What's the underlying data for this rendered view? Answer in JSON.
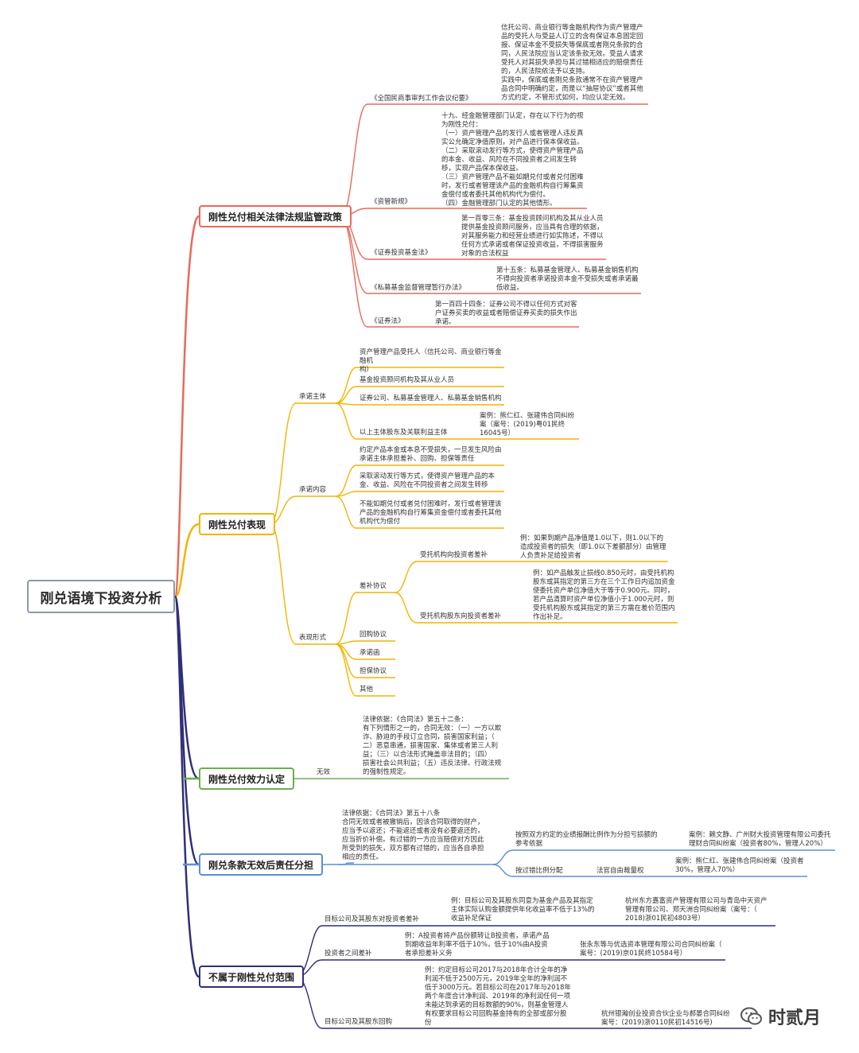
{
  "root": "刚兑语境下投资分析",
  "branches": [
    {
      "label": "刚性兑付相关法律法规监管政策",
      "color": "#e8695b"
    },
    {
      "label": "刚性兑付表现",
      "color": "#f4b400"
    },
    {
      "label": "刚性兑付效力认定",
      "color": "#6ab04c"
    },
    {
      "label": "刚兑条款无效后责任分担",
      "color": "#5b8fd6"
    },
    {
      "label": "不属于刚性兑付范围",
      "color": "#2f2f7a"
    }
  ],
  "b1": {
    "l1": "《全国民商事审判工作会议纪要》",
    "t1": "信托公司、商业银行等金融机构作为资产管理产\n品的受托人与受益人订立的含有保证本息固定回\n报、保证本金不受损失等保底或者刚兑条款的合\n同，人民法院应当认定该条款无效。受益人请求\n受托人对其损失承担与其过错相适应的赔偿责任\n的，人民法院依法予以支持。\n实践中，保底或者刚兑条款通常不在资产管理产\n品合同中明确约定，而是以“抽屉协议”或者其他\n方式约定，不管形式如何，均应认定无效。",
    "l2": "《资管新规》",
    "t2": "十九、经金融管理部门认定，存在以下行为的视\n为刚性兑付：\n（一）资产管理产品的发行人或者管理人违反真\n实公允确定净值原则，对产品进行保本保收益。\n（二）采取滚动发行等方式，使得资产管理产品\n的本金、收益、风险在不同投资者之间发生转\n移，实现产品保本保收益。\n（三）资产管理产品不能如期兑付或者兑付困难\n时，发行或者管理该产品的金融机构自行筹集资\n金偿付或者委托其他机构代为偿付。\n（四）金融管理部门认定的其他情形。",
    "l3": "《证券投资基金法》",
    "t3": "第一百零三条：基金投资顾问机构及其从业人员\n提供基金投资顾问服务，应当具有合理的依据，\n对其服务能力和经营业绩进行如实陈述，不得以\n任何方式承诺或者保证投资收益，不得损害服务\n对象的合法权益",
    "l4": "《私募基金监督管理暂行办法》",
    "t4": "第十五条：私募基金管理人、私募基金销售机构\n不得向投资者承诺投资本金不受损失或者承诺最\n低收益。",
    "l5": "《证券法》",
    "t5": "第一百四十四条：证券公司不得以任何方式对客\n户证券买卖的收益或者赔偿证券买卖的损失作出\n承诺。"
  },
  "b2": {
    "s1": "承诺主体",
    "s1a": "资产管理产品受托人（信托公司、商业银行等金融机\n构）",
    "s1b": "基金投资顾问机构及其从业人员",
    "s1c": "证券公司、私募基金管理人、私募基金销售机构",
    "s1d": "以上主体股东及关联利益主体",
    "s1d_case": "案例：熊仁红、张建伟合同纠纷\n案（案号：(2019)粤01民终\n16045号）",
    "s2": "承诺内容",
    "s2a": "约定产品本金或本息不受损失，一旦发生风险由\n承诺主体承担差补、回购、担保等责任",
    "s2b": "采取滚动发行等方式，使得资产管理产品的本\n金、收益、风险在不同投资者之间发生转移",
    "s2c": "不能如期兑付或者兑付困难时，发行或者管理该\n产品的金融机构自行筹集资金偿付或者委托其他\n机构代为偿付",
    "s3": "表现形式",
    "s3a": "差补协议",
    "s3a1": "受托机构向投资者差补",
    "s3a1_ex": "例：如果到期产品净值是1.0以下，则1.0以下的\n造成投资者的损失（即1.0以下差额部分）由管理\n人负责补足给投资者",
    "s3a2": "受托机构股东向投资者差补",
    "s3a2_ex": "例：如产品触发止损线0.850元时，由受托机构\n股东或其指定的第三方在三个工作日内追加资金\n使委托资产单位净值大于等于0.900元。同时，\n若产品清算时资产单位净值小于1.000元时，则\n受托机构股东或其指定的第三方需在差价范围内\n作出补足。",
    "s3b": "回购协议",
    "s3c": "承诺函",
    "s3d": "担保协议",
    "s3e": "其他"
  },
  "b3": {
    "s1": "无效",
    "t1": "法律依据：《合同法》第五十二条：\n有下列情形之一的，合同无效：（一）一方以欺\n诈、胁迫的手段订立合同，损害国家利益；（\n二）恶意串通，损害国家、集体或者第三人利\n益；（三）以合法形式掩盖非法目的；（四）\n损害社会公共利益；（五）违反法律、行政法规\n的强制性规定。"
  },
  "b4": {
    "basis": "法律依据：《合同法》第五十八条\n合同无效或者被撤销后，因该合同取得的财产，\n应当予以返还；不能返还或者没有必要返还的，\n应当折价补偿。有过错的一方应当赔偿对方因此\n所受到的损失，双方都有过错的，应当各自承担\n相应的责任。",
    "s1": "按照双方约定的业绩报酬比例作为分担亏损额的\n参考依据",
    "s1_case": "案例：赖文静、广州财大投资管理有限公司委托\n理财合同纠纷案（投资者80%，管理人20%）",
    "s2": "按过错比例分配",
    "s2a": "法官自由裁量权",
    "s2a_case": "案例：熊仁红、张建伟合同纠纷案（投资者\n30%，管理人70%）"
  },
  "b5": {
    "s1": "目标公司及其股东对投资者差补",
    "s1_ex": "例：目标公司及其股东同意为基金产品及其指定\n主体实际认购金额提供年化收益率不低于13%的\n收益补足保证",
    "s1_case": "杭州东方嘉富资产管理有限公司与青岛中天资产\n管理有限公司、郑天洲合同纠纷案（案号：（\n2018)浙01民初4803号）",
    "s2": "投资者之间差补",
    "s2_ex": "例：A投资者将产品份额转让B投资者，承诺产品\n到期收益年利率不低于10%，低于10%由A投资\n者承担差补义务",
    "s2_case": "张永东等与优选资本管理有限公司合同纠纷案（\n案号：(2019)京01民终10584号）",
    "s3": "目标公司及其股东回购",
    "s3_ex": "例：约定目标公司2017与2018年合计全年的净\n利润不低于2500万元，2019年全年的净利润不\n低于3000万元。若目标公司在2017年与2018年\n两个年度合计净利润、2019年的净利润任何一项\n未能达到承诺的目标数额的90%，则基金管理人\n有权要求目标公司回购基金持有的全部或部分股\n份",
    "s3_case": "杭州银瀚创业投资合伙企业与郝晏合同纠纷\n案号：(2019)浙0110民初14516号)"
  },
  "watermark": "时贰月"
}
